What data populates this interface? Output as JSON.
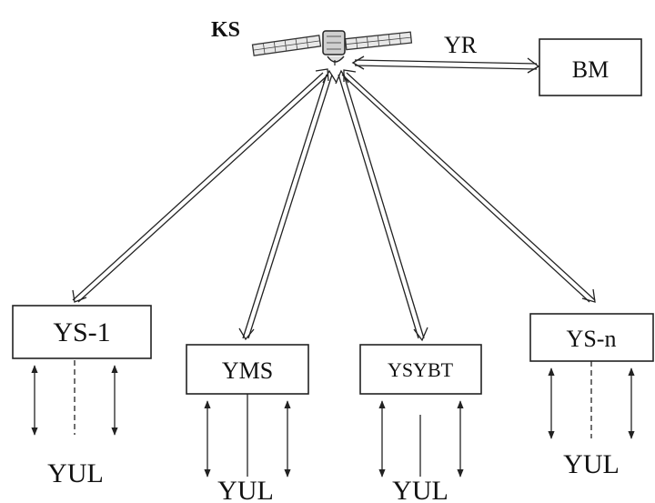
{
  "diagram": {
    "satellite_label": "KS",
    "link_label": "YR",
    "control_box": "BM",
    "stations": [
      {
        "label": "YS-1",
        "terminal_label": "YUL"
      },
      {
        "label": "YMS",
        "terminal_label": "YUL"
      },
      {
        "label": "YSYBT",
        "terminal_label": "YUL"
      },
      {
        "label": "YS-n",
        "terminal_label": "YUL"
      }
    ]
  }
}
